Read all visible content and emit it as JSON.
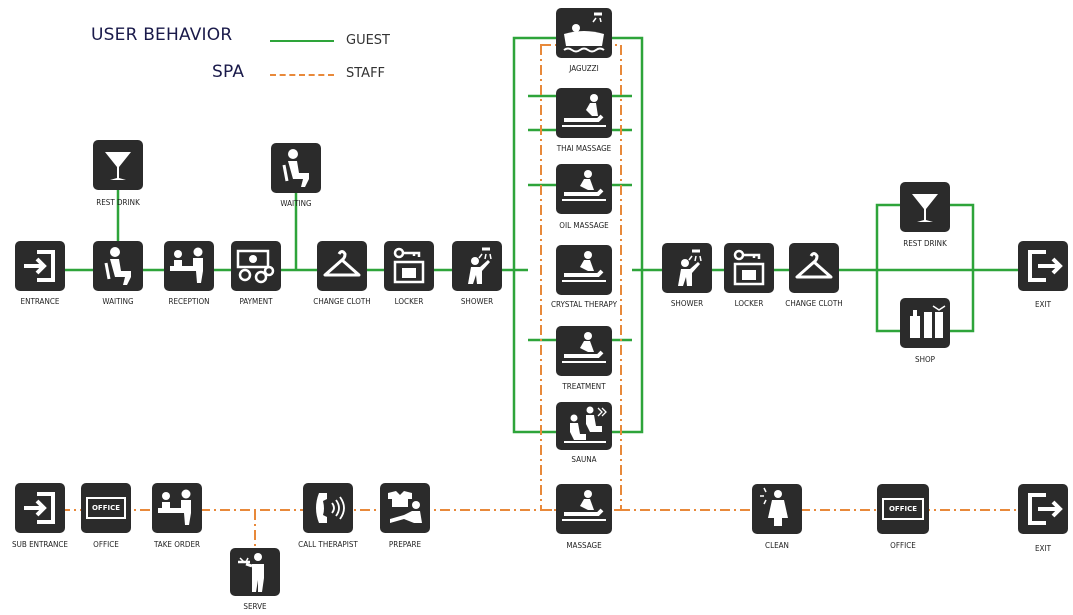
{
  "legend": {
    "title_line1": "USER BEHAVIOR",
    "title_line2": "SPA",
    "guest_label": "GUEST",
    "staff_label": "STAFF",
    "guest_color": "#2ea43a",
    "staff_color": "#e8893a"
  },
  "guest_flow": {
    "rest_drink_top": "REST DRINK",
    "waiting_top": "WAITING",
    "entrance": "ENTRANCE",
    "waiting": "WAITING",
    "reception": "RECEPTION",
    "payment": "PAYMENT",
    "change_cloth": "CHANGE CLOTH",
    "locker": "LOCKER",
    "shower": "SHOWER",
    "jaguzzi": "JAGUZZI",
    "thai_massage": "THAI MASSAGE",
    "oil_massage": "OIL MASSAGE",
    "crystal_therapy": "CRYSTAL THERAPY",
    "treatment": "TREATMENT",
    "sauna": "SAUNA",
    "shower_2": "SHOWER",
    "locker_2": "LOCKER",
    "change_cloth_2": "CHANGE CLOTH",
    "rest_drink_2": "REST DRINK",
    "shop": "SHOP",
    "exit": "EXIT"
  },
  "staff_flow": {
    "sub_entrance": "SUB ENTRANCE",
    "office": "OFFICE",
    "office_sign": "OFFICE",
    "take_order": "TAKE ORDER",
    "serve": "SERVE",
    "call_therapist": "CALL THERAPIST",
    "prepare": "PREPARE",
    "massage": "MASSAGE",
    "clean": "CLEAN",
    "office_2": "OFFICE",
    "office_2_sign": "OFFICE",
    "exit": "EXIT"
  }
}
